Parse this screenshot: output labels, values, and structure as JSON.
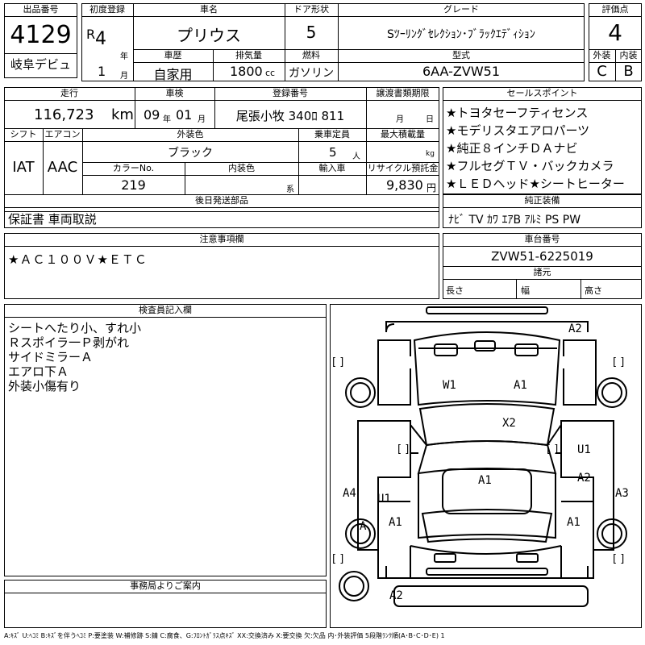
{
  "lot": {
    "label": "出品番号",
    "value": "4129",
    "venue": "岐阜デビュ"
  },
  "first_reg": {
    "label": "初度登録",
    "era": "R",
    "year": "4",
    "year_unit": "年",
    "month": "1",
    "month_unit": "月"
  },
  "car_name": {
    "label": "車名",
    "value": "プリウス"
  },
  "doors": {
    "label": "ドア形状",
    "value": "5"
  },
  "grade": {
    "label": "グレード",
    "value": "Sﾂｰﾘﾝｸﾞｾﾚｸｼｮﾝ･ﾌﾞﾗｯｸｴﾃﾞｨｼｮﾝ"
  },
  "rating": {
    "label": "評価点",
    "value": "4",
    "ext_label": "外装",
    "int_label": "内装",
    "ext_value": "C",
    "int_value": "B"
  },
  "history": {
    "label": "車歴",
    "value": "自家用"
  },
  "displacement": {
    "label": "排気量",
    "value": "1800",
    "unit": "cc"
  },
  "fuel": {
    "label": "燃料",
    "value": "ガソリン"
  },
  "model": {
    "label": "型式",
    "value": "6AA-ZVW51"
  },
  "mileage": {
    "label": "走行",
    "value": "116,723",
    "unit": "km"
  },
  "inspection": {
    "label": "車検",
    "year": "09",
    "year_unit": "年",
    "month": "01",
    "month_unit": "月"
  },
  "plate": {
    "label": "登録番号",
    "value": "尾張小牧 340ﾛ 811"
  },
  "transfer": {
    "label": "譲渡書類期限",
    "month_unit": "月",
    "day_unit": "日"
  },
  "shift": {
    "label": "シフト",
    "value": "IAT"
  },
  "aircon": {
    "label": "エアコン",
    "value": "AAC"
  },
  "exterior_color": {
    "label": "外装色",
    "value": "ブラック"
  },
  "capacity": {
    "label": "乗車定員",
    "value": "5",
    "unit": "人"
  },
  "max_load": {
    "label": "最大積載量",
    "unit": "kg"
  },
  "color_no": {
    "label": "カラーNo.",
    "value": "219"
  },
  "interior_color": {
    "label": "内装色",
    "value": "",
    "unit": "系"
  },
  "import": {
    "label": "輸入車",
    "value": ""
  },
  "recycle": {
    "label": "リサイクル預託金",
    "value": "9,830",
    "unit": "円"
  },
  "later_parts": {
    "label": "後日発送部品",
    "value": "保証書 車両取説"
  },
  "sales_points": {
    "label": "セールスポイント",
    "items": [
      "★トヨタセーフティセンス",
      "★モデリスタエアロパーツ",
      "★純正８インチＤＡナビ",
      "★フルセグＴＶ・バックカメラ",
      "★ＬＥＤヘッド★シートヒーター"
    ]
  },
  "equipment": {
    "label": "純正装備",
    "value": "ﾅﾋﾞ TV ｶﾜ ｴｱB ｱﾙﾐ PS PW"
  },
  "notes": {
    "label": "注意事項欄",
    "value": "★ＡＣ１００Ｖ★ＥＴＣ"
  },
  "chassis": {
    "label": "車台番号",
    "value": "ZVW51-6225019"
  },
  "specs": {
    "label": "諸元",
    "length": "長さ",
    "width": "幅",
    "height": "高さ"
  },
  "inspector": {
    "label": "検査員記入欄",
    "lines": [
      "シートへたり小、すれ小",
      "Ｒスポイラ一Ｐ剥がれ",
      "サイドミラーＡ",
      "エアロ下Ａ",
      "外装小傷有り"
    ]
  },
  "office": {
    "label": "事務局よりご案内",
    "value": ""
  },
  "diagram_marks": {
    "a2_top": "A2",
    "w1": "W1",
    "a1_hood": "A1",
    "x2": "X2",
    "u1_right": "U1",
    "a1_roof": "A1",
    "a2_right": "A2",
    "a4": "A4",
    "a3": "A3",
    "u1_left": "U1",
    "a_wheel": "A",
    "a1_left": "A1",
    "a1_right": "A1",
    "a2_bottom": "A2",
    "bracket": "[  ]"
  },
  "legend": "A:ｷｽﾞ U:ﾍｺﾐ B:ｷｽﾞを伴うﾍｺﾐ P:要塗装 W:補修跡 S:錆 C:腐食、G:ﾌﾛﾝﾄｶﾞﾗｽ点ｷｽﾞ XX:交換済み X:要交換 欠:欠品 内･外装評価 5段階ﾗﾝｸ順(A･B･C･D･E) 1"
}
